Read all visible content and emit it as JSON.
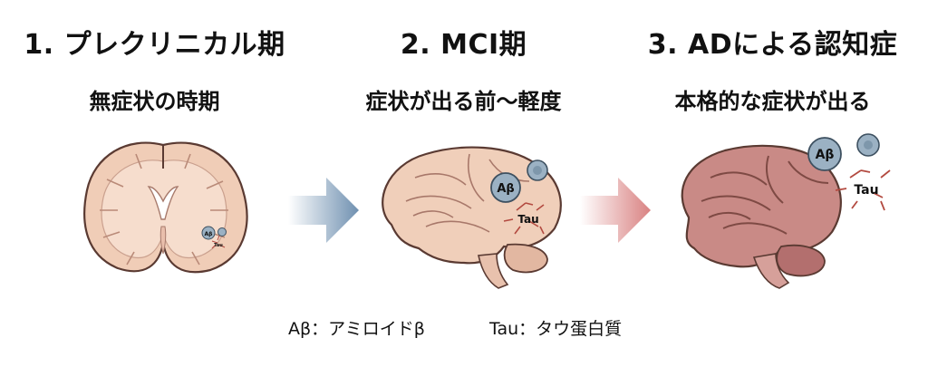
{
  "stages": [
    {
      "title": "1. プレクリニカル期",
      "subtitle": "無症状の時期"
    },
    {
      "title": "2. MCI期",
      "subtitle": "症状が出る前〜軽度"
    },
    {
      "title": "3. ADによる認知症",
      "subtitle": "本格的な症状が出る"
    }
  ],
  "markers": {
    "abeta": "Aβ",
    "tau": "Tau"
  },
  "legend": {
    "abeta": "Aβ：アミロイドβ",
    "tau": "Tau：タウ蛋白質"
  },
  "colors": {
    "brain_light": "#f1d2bf",
    "brain_dark": "#c9878a",
    "brain_outline": "#5a3a32",
    "arrow_blue": "#7c9bb8",
    "arrow_red": "#d88888",
    "abeta_fill": "#9bb1c3",
    "tau_stroke": "#b34a40"
  }
}
